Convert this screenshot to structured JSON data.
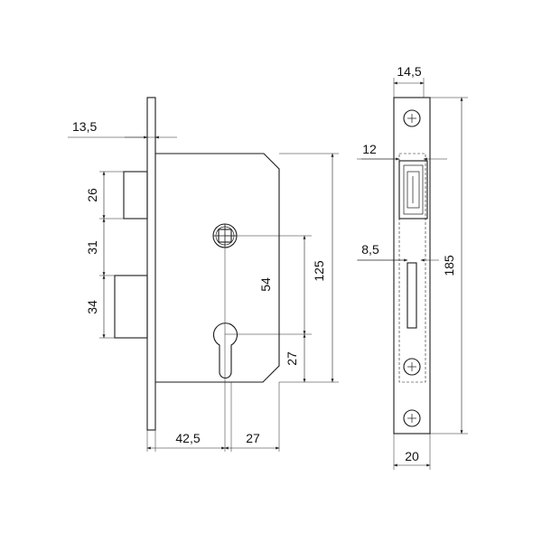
{
  "dimensions": {
    "faceplate_offset": "13,5",
    "bolt_26": "26",
    "spacing_31": "31",
    "latch_34": "34",
    "spindle_to_cylinder": "54",
    "body_height": "125",
    "cylinder_offset": "27",
    "backset": "42,5",
    "cylinder_half": "27",
    "faceplate_width_top": "14,5",
    "side_offset_12": "12",
    "side_offset_8_5": "8,5",
    "faceplate_length": "185",
    "faceplate_width": "20"
  },
  "colors": {
    "line": "#1a1a1a",
    "background": "#ffffff"
  }
}
